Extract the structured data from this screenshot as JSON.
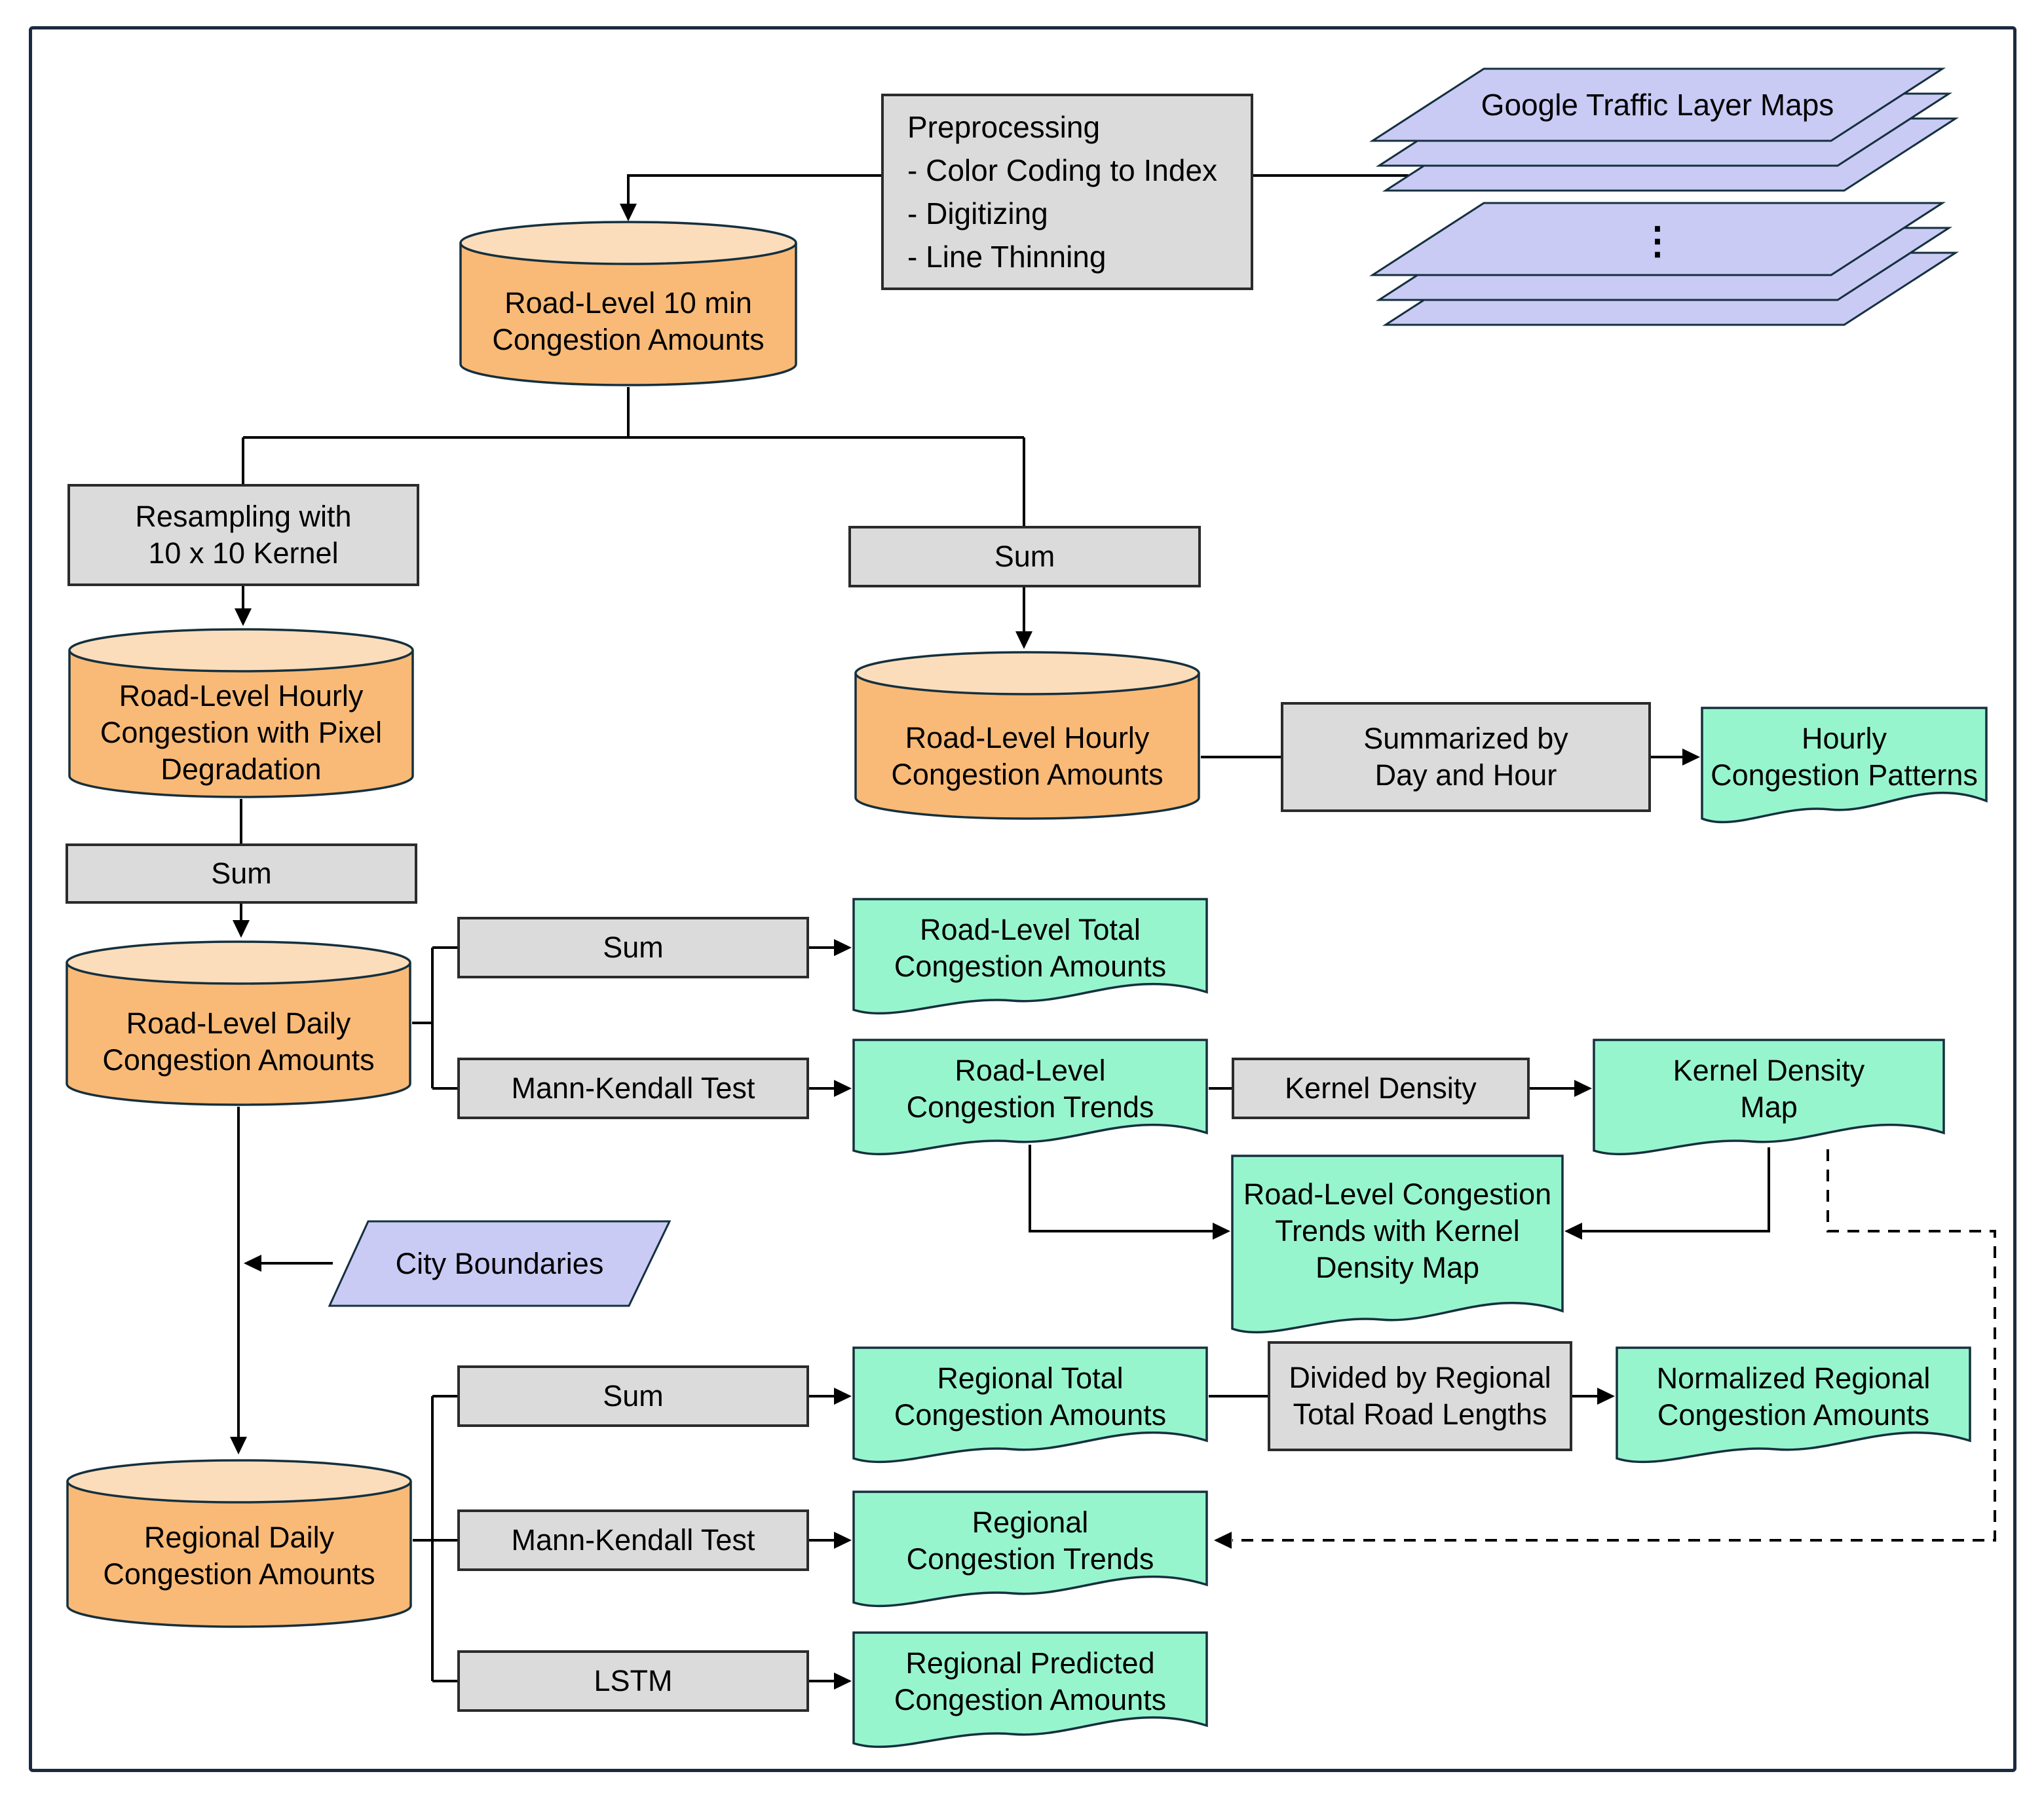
{
  "flowchart": {
    "preprocessing": {
      "title": "Preprocessing",
      "bullets": [
        "- Color Coding to Index",
        "- Digitizing",
        "- Line Thinning"
      ]
    },
    "sources": {
      "google_maps": {
        "label": "Google Traffic Layer Maps",
        "more": "⋮"
      },
      "city_boundaries": {
        "label": "City Boundaries"
      }
    },
    "datastores": {
      "road_10min": {
        "lines": [
          "Road-Level 10 min",
          "Congestion Amounts"
        ]
      },
      "road_hourly_pixel": {
        "lines": [
          "Road-Level Hourly",
          "Congestion with Pixel",
          "Degradation"
        ]
      },
      "road_hourly": {
        "lines": [
          "Road-Level Hourly",
          "Congestion Amounts"
        ]
      },
      "road_daily": {
        "lines": [
          "Road-Level Daily",
          "Congestion Amounts"
        ]
      },
      "regional_daily": {
        "lines": [
          "Regional Daily",
          "Congestion Amounts"
        ]
      }
    },
    "processes": {
      "resampling": {
        "lines": [
          "Resampling with",
          "10 x 10 Kernel"
        ]
      },
      "sum_to_hourly": {
        "label": "Sum"
      },
      "sum_to_daily": {
        "label": "Sum"
      },
      "summarized_by_day_hour": {
        "lines": [
          "Summarized by",
          "Day and Hour"
        ]
      },
      "sum_road_total": {
        "label": "Sum"
      },
      "mann_kendall_road": {
        "label": "Mann-Kendall Test"
      },
      "kernel_density": {
        "label": "Kernel Density"
      },
      "sum_regional_total": {
        "label": "Sum"
      },
      "divided_by_road_lengths": {
        "lines": [
          "Divided by Regional",
          "Total Road Lengths"
        ]
      },
      "mann_kendall_regional": {
        "label": "Mann-Kendall Test"
      },
      "lstm": {
        "label": "LSTM"
      }
    },
    "outputs": {
      "hourly_patterns": {
        "lines": [
          "Hourly",
          "Congestion Patterns"
        ]
      },
      "road_total": {
        "lines": [
          "Road-Level Total",
          "Congestion Amounts"
        ]
      },
      "road_trends": {
        "lines": [
          "Road-Level",
          "Congestion Trends"
        ]
      },
      "kernel_density_map": {
        "lines": [
          "Kernel Density",
          "Map"
        ]
      },
      "road_trends_kdm": {
        "lines": [
          "Road-Level Congestion",
          "Trends with Kernel",
          "Density Map"
        ]
      },
      "regional_total": {
        "lines": [
          "Regional Total",
          "Congestion Amounts"
        ]
      },
      "normalized_regional": {
        "lines": [
          "Normalized Regional",
          "Congestion Amounts"
        ]
      },
      "regional_trends": {
        "lines": [
          "Regional",
          "Congestion Trends"
        ]
      },
      "regional_predicted": {
        "lines": [
          "Regional Predicted",
          "Congestion Amounts"
        ]
      }
    },
    "colors": {
      "datastore_fill": "#F9BA77",
      "datastore_top": "#FCDDBB",
      "process_fill": "#DBDBDB",
      "process_stroke": "#2B2B2B",
      "output_fill": "#97F5CE",
      "input_fill": "#C9CBF5",
      "stroke_dark": "#15303E",
      "wire": "#000000",
      "frame": "#1B2A41",
      "background": "#FFFFFF"
    }
  }
}
